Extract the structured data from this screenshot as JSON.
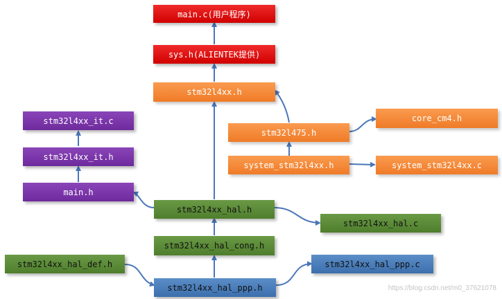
{
  "nodes": {
    "main_c": "main.c(用户程序)",
    "sys_h": "sys.h(ALIENTEK提供)",
    "stm32l4xx_h": "stm32l4xx.h",
    "stm32l475_h": "stm32l475.h",
    "core_cm4_h": "core_cm4.h",
    "system_stm32l4xx_h": "system_stm32l4xx.h",
    "system_stm32l4xx_c": "system_stm32l4xx.c",
    "stm32l4xx_it_c": "stm32l4xx_it.c",
    "stm32l4xx_it_h": "stm32l4xx_it.h",
    "main_h": "main.h",
    "stm32l4xx_hal_h": "stm32l4xx_hal.h",
    "stm32l4xx_hal_c": "stm32l4xx_hal.c",
    "stm32l4xx_hal_cong_h": "stm32l4xx_hal_cong.h",
    "stm32l4xx_hal_def_h": "stm32l4xx_hal_def.h",
    "stm32l4xx_hal_ppp_h": "stm32l4xx_hal_ppp.h",
    "stm32l4xx_hal_ppp_c": "stm32l4xx_hal_ppp.c"
  },
  "colors": {
    "red": "#e01010",
    "orange": "#f58a3c",
    "purple": "#7a35a8",
    "green": "#5a8a38",
    "blue": "#4a7fbd",
    "arrow": "#4a76b8"
  },
  "edges": [
    {
      "from": "sys.h(ALIENTEK提供)",
      "to": "main.c(用户程序)"
    },
    {
      "from": "stm32l4xx.h",
      "to": "sys.h(ALIENTEK提供)"
    },
    {
      "from": "stm32l475.h",
      "to": "stm32l4xx.h"
    },
    {
      "from": "stm32l475.h",
      "to": "core_cm4.h"
    },
    {
      "from": "system_stm32l4xx.h",
      "to": "stm32l475.h"
    },
    {
      "from": "system_stm32l4xx.h",
      "to": "system_stm32l4xx.c"
    },
    {
      "from": "stm32l4xx_hal.h",
      "to": "stm32l4xx.h"
    },
    {
      "from": "stm32l4xx_hal.h",
      "to": "main.h"
    },
    {
      "from": "stm32l4xx_hal.h",
      "to": "stm32l4xx_hal.c"
    },
    {
      "from": "main.h",
      "to": "stm32l4xx_it.h"
    },
    {
      "from": "stm32l4xx_it.h",
      "to": "stm32l4xx_it.c"
    },
    {
      "from": "stm32l4xx_hal_cong.h",
      "to": "stm32l4xx_hal.h"
    },
    {
      "from": "stm32l4xx_hal_ppp.h",
      "to": "stm32l4xx_hal_cong.h"
    },
    {
      "from": "stm32l4xx_hal_def.h",
      "to": "stm32l4xx_hal_ppp.h"
    },
    {
      "from": "stm32l4xx_hal_ppp.h",
      "to": "stm32l4xx_hal_ppp.c"
    }
  ],
  "watermark": "https://blog.csdn.net/m0_37621078"
}
